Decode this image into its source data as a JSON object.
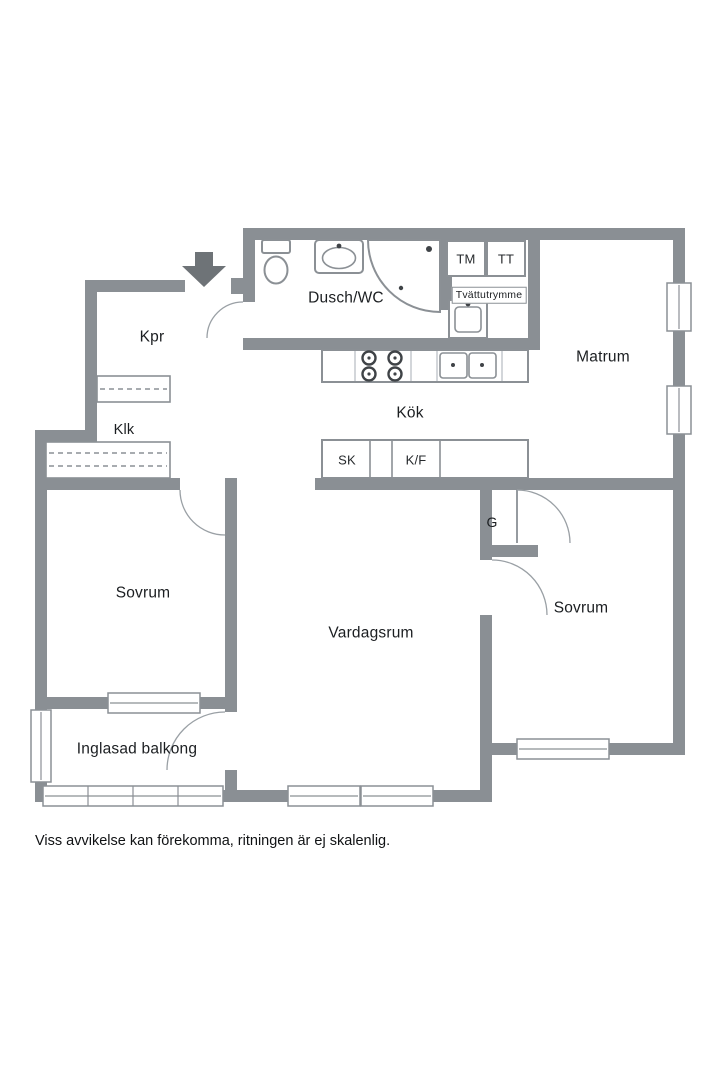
{
  "page": {
    "disclaimer": "Viss avvikelse kan förekomma, ritningen är ej skalenlig."
  },
  "rooms": {
    "kpr": "Kpr",
    "klk": "Klk",
    "dusch_wc": "Dusch/WC",
    "tvattutrymme": "Tvättutrymme",
    "matrum": "Matrum",
    "kok": "Kök",
    "sovrum_left": "Sovrum",
    "vardagsrum": "Vardagsrum",
    "sovrum_right": "Sovrum",
    "inglasad_balkong": "Inglasad balkong",
    "garderob": "G"
  },
  "appliances": {
    "tm": "TM",
    "tt": "TT",
    "sk": "SK",
    "kf": "K/F"
  },
  "colors": {
    "wall": "#8a8f94",
    "line": "#8b9095",
    "text": "#1b1e21"
  }
}
